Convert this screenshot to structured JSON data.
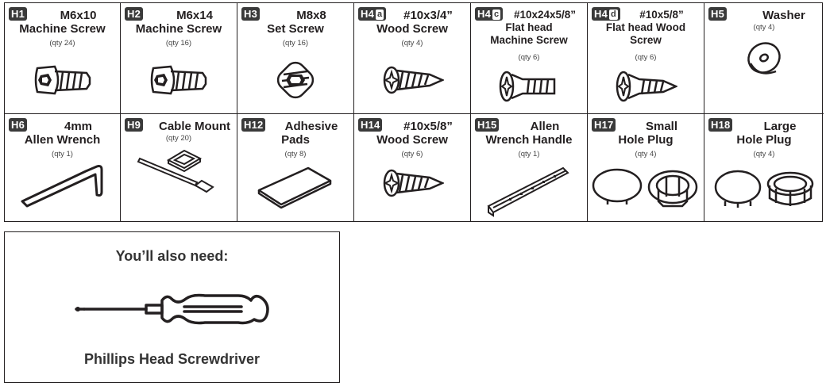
{
  "hardware": [
    {
      "code": "H1",
      "sub": "",
      "title_lines": [
        "M6x10",
        "Machine Screw"
      ],
      "qty": "(qty 24)",
      "icon": "button-head-socket-screw-icon"
    },
    {
      "code": "H2",
      "sub": "",
      "title_lines": [
        "M6x14",
        "Machine Screw"
      ],
      "qty": "(qty 16)",
      "icon": "button-head-socket-screw-icon"
    },
    {
      "code": "H3",
      "sub": "",
      "title_lines": [
        "M8x8",
        "Set Screw"
      ],
      "qty": "(qty 16)",
      "icon": "set-screw-icon"
    },
    {
      "code": "H4",
      "sub": "a",
      "title_lines": [
        "#10x3/4”",
        "Wood Screw"
      ],
      "qty": "(qty 4)",
      "icon": "phillips-wood-screw-icon"
    },
    {
      "code": "H4",
      "sub": "c",
      "title_lines": [
        "#10x24x5/8”",
        "Flat head",
        "Machine Screw"
      ],
      "qty": "(qty 6)",
      "icon": "flat-head-machine-screw-icon"
    },
    {
      "code": "H4",
      "sub": "d",
      "title_lines": [
        "#10x5/8”",
        "Flat head Wood",
        "Screw"
      ],
      "qty": "(qty 6)",
      "icon": "flat-head-wood-screw-icon"
    },
    {
      "code": "H5",
      "sub": "",
      "title_lines": [
        "Washer"
      ],
      "qty": "(qty 4)",
      "icon": "washer-icon"
    },
    {
      "code": "H6",
      "sub": "",
      "title_lines": [
        "4mm",
        "Allen Wrench"
      ],
      "qty": "(qty 1)",
      "icon": "allen-wrench-icon"
    },
    {
      "code": "H9",
      "sub": "",
      "title_lines": [
        "Cable Mount"
      ],
      "qty": "(qty 20)",
      "icon": "cable-mount-icon"
    },
    {
      "code": "H12",
      "sub": "",
      "title_lines": [
        "Adhesive",
        "Pads"
      ],
      "qty": "(qty 8)",
      "icon": "adhesive-pad-icon"
    },
    {
      "code": "H14",
      "sub": "",
      "title_lines": [
        "#10x5/8”",
        "Wood Screw"
      ],
      "qty": "(qty 6)",
      "icon": "phillips-wood-screw-icon"
    },
    {
      "code": "H15",
      "sub": "",
      "title_lines": [
        "Allen",
        "Wrench Handle"
      ],
      "qty": "(qty 1)",
      "icon": "wrench-handle-icon"
    },
    {
      "code": "H17",
      "sub": "",
      "title_lines": [
        "Small",
        "Hole Plug"
      ],
      "qty": "(qty 4)",
      "icon": "hole-plug-icon"
    },
    {
      "code": "H18",
      "sub": "",
      "title_lines": [
        "Large",
        "Hole Plug"
      ],
      "qty": "(qty 4)",
      "icon": "hole-plug-icon"
    }
  ],
  "also_need": {
    "heading": "You’ll also need:",
    "tool_name": "Phillips Head Screwdriver",
    "icon": "phillips-screwdriver-icon"
  }
}
